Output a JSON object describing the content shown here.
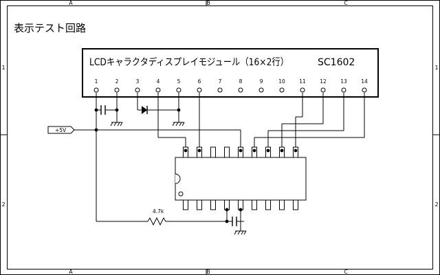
{
  "title": "表示テスト回路",
  "frame": {
    "columns": [
      "A",
      "B",
      "C"
    ],
    "rows": [
      "1",
      "2"
    ]
  },
  "lcd": {
    "label": "LCDキャラクタディスプレイモジュール（16×2行）",
    "model": "SC1602",
    "pin_numbers": [
      "1",
      "2",
      "3",
      "4",
      "5",
      "6",
      "7",
      "8",
      "9",
      "10",
      "11",
      "12",
      "13",
      "14"
    ]
  },
  "power": {
    "label": "+5V"
  },
  "resistor": {
    "value": "4.7k"
  }
}
